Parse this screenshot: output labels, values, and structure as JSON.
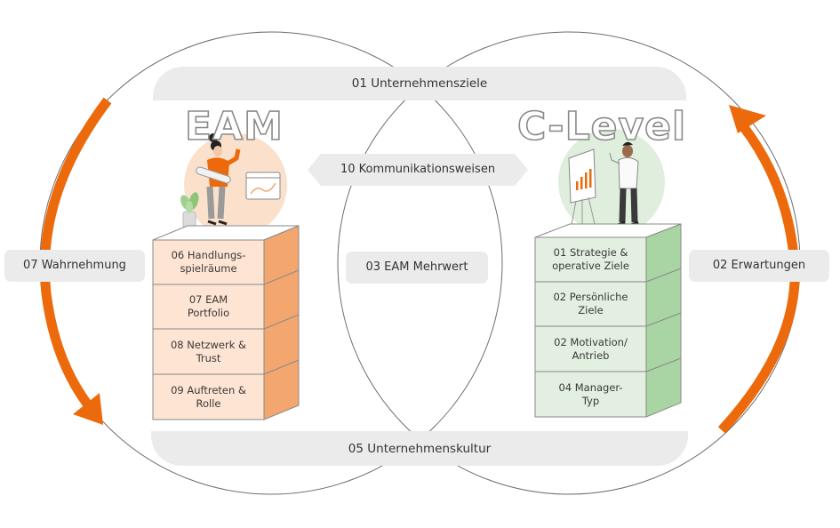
{
  "diagram": {
    "top_band": "01 Unternehmensziele",
    "bottom_band": "05 Unternehmenskultur",
    "center_hexagon": "10 Kommunikationsweisen",
    "center_label": "03 EAM Mehrwert",
    "left_arrow_label": "07 Wahrnehmung",
    "right_arrow_label": "02 Erwartungen",
    "left_group": {
      "title": "EAM",
      "stack": [
        {
          "line1": "06 Handlungs-",
          "line2": "spielräume"
        },
        {
          "line1": "07 EAM",
          "line2": "Portfolio"
        },
        {
          "line1": "08 Netzwerk &",
          "line2": "Trust"
        },
        {
          "line1": "09 Auftreten &",
          "line2": "Rolle"
        }
      ]
    },
    "right_group": {
      "title": "C-Level",
      "stack": [
        {
          "line1": "01 Strategie &",
          "line2": "operative Ziele"
        },
        {
          "line1": "02 Persönliche",
          "line2": "Ziele"
        },
        {
          "line1": "02 Motivation/",
          "line2": "Antrieb"
        },
        {
          "line1": "04 Manager-",
          "line2": "Typ"
        }
      ]
    },
    "colors": {
      "accent_orange": "#ec6a0c",
      "eam_front": "#fde4d3",
      "eam_side": "#f3a66e",
      "eam_halo": "#fbe0cc",
      "clevel_front": "#e3efe0",
      "clevel_side": "#a9d4a3",
      "clevel_halo": "#dfeedd",
      "label_bg": "#ebebeb",
      "circle_stroke": "#6e6e6e"
    }
  }
}
